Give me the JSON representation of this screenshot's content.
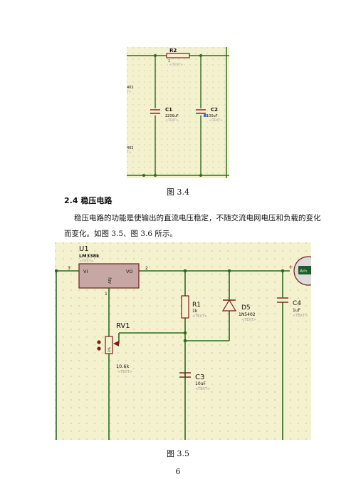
{
  "figure_top": {
    "caption": "图 3.4",
    "components": {
      "r2": {
        "ref": "R2",
        "text": "<TEXT>",
        "pin": "1"
      },
      "c1": {
        "ref": "C1",
        "value": "2200uF",
        "text": "<TEXT>"
      },
      "c2": {
        "ref": "C2",
        "value": "100uF",
        "text": "<TEXT>"
      },
      "left_label_1": "402",
      "left_label_1_sub": "T>",
      "left_label_2": "402",
      "left_label_2_sub": "T>"
    }
  },
  "section": {
    "heading": "2.4 稳压电路",
    "paragraph_line1": "稳压电路的功能是使输出的直流电压稳定，不随交流电网电压和负载的变化",
    "paragraph_line2": "而变化。如图 3.5、图 3.6 所示。"
  },
  "figure_bottom": {
    "caption": "图 3.5",
    "components": {
      "u1": {
        "ref": "U1",
        "value": "LM338k",
        "text": "<TEXT>",
        "pin_vi": "VI",
        "pin_vo": "VO",
        "pin_adj": "ADJ",
        "pin_in_num": "3",
        "pin_out_num": "2",
        "pin_adj_num": "1"
      },
      "r1": {
        "ref": "R1",
        "value": "1k",
        "text": "<TEXT>"
      },
      "d5": {
        "ref": "D5",
        "value": "1N5402",
        "text": "<TEXT>"
      },
      "c4": {
        "ref": "C4",
        "value": "1uF",
        "text": "<TBXT>"
      },
      "rv1": {
        "ref": "RV1",
        "value": "10.6k",
        "text": "<TEXT>",
        "pot_mark": "0%"
      },
      "c3": {
        "ref": "C3",
        "value": "10uF",
        "text": "<TBXT>"
      },
      "meter": {
        "label": "Am",
        "plus": "+"
      }
    }
  },
  "page_number": "6"
}
